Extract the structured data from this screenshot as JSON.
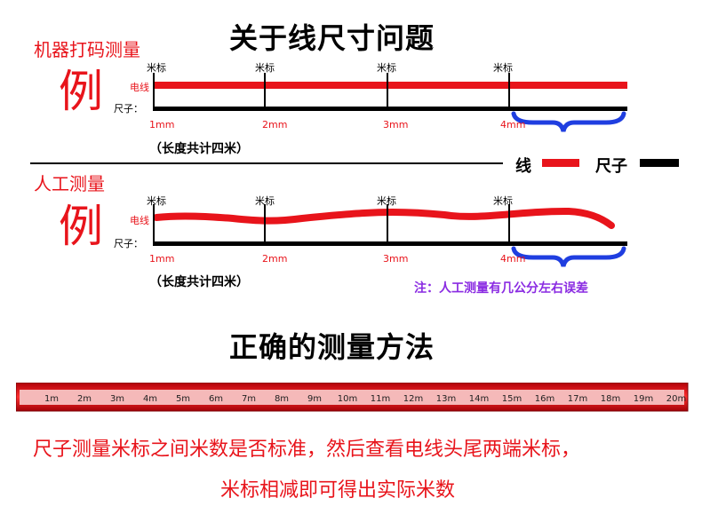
{
  "title": "关于线尺寸问题",
  "section1": {
    "label": "机器打码测量",
    "example_char": "例",
    "wire_label": "电线",
    "ruler_label": "尺子：",
    "marker_label": "米标",
    "ticks": [
      "1mm",
      "2mm",
      "3mm",
      "4mm"
    ],
    "total_note": "（长度共计四米）"
  },
  "legend": {
    "wire": "线",
    "ruler": "尺子"
  },
  "section2": {
    "label": "人工测量",
    "example_char": "例",
    "wire_label": "电线",
    "ruler_label": "尺子：",
    "marker_label": "米标",
    "ticks": [
      "1mm",
      "2mm",
      "3mm",
      "4mm"
    ],
    "total_note": "（长度共计四米）",
    "error_note": "注：人工测量有几公分左右误差"
  },
  "method_title": "正确的测量方法",
  "tape": {
    "marks": [
      "1m",
      "2m",
      "3m",
      "4m",
      "5m",
      "6m",
      "7m",
      "8m",
      "9m",
      "10m",
      "11m",
      "12m",
      "13m",
      "14m",
      "15m",
      "16m",
      "17m",
      "18m",
      "19m",
      "20m"
    ]
  },
  "instructions": {
    "line1": "尺子测量米标之间米数是否标准，然后查看电线头尾两端米标，",
    "line2": "米标相减即可得出实际米数"
  },
  "colors": {
    "red": "#e8141b",
    "black": "#000000",
    "blue": "#1f3ee0",
    "purple": "#8a2be2"
  }
}
